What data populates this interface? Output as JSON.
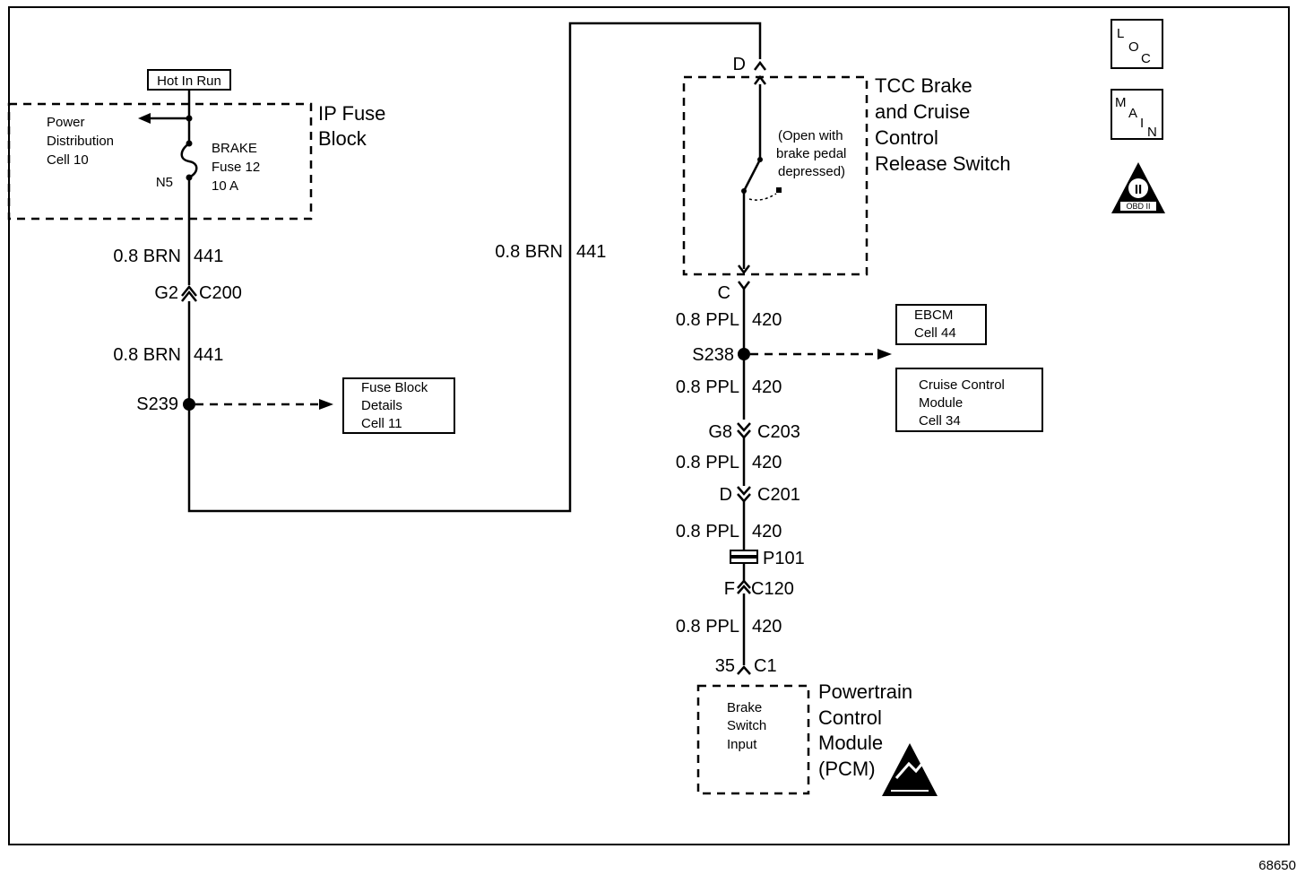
{
  "hot_in_run": "Hot In Run",
  "ip_fuse_block": {
    "line1": "IP Fuse",
    "line2": "Block"
  },
  "power_distribution": {
    "line1": "Power",
    "line2": "Distribution",
    "line3": "Cell 10"
  },
  "brake_fuse": {
    "line1": "BRAKE",
    "line2": "Fuse 12",
    "line3": "10 A"
  },
  "fuse_pin": "N5",
  "wire_441": {
    "gauge_color": "0.8 BRN",
    "circuit": "441"
  },
  "wire_420": {
    "gauge_color": "0.8 PPL",
    "circuit": "420"
  },
  "connector_c200": {
    "pin": "G2",
    "name": "C200"
  },
  "splice_s239": "S239",
  "fuse_block_details": {
    "line1": "Fuse Block",
    "line2": "Details",
    "line3": "Cell 11"
  },
  "tcc_switch": {
    "line1": "TCC Brake",
    "line2": "and Cruise",
    "line3": "Control",
    "line4": "Release Switch"
  },
  "switch_note": {
    "line1": "(Open with",
    "line2": "brake pedal",
    "line3": "depressed)"
  },
  "switch_pin_top": "D",
  "switch_pin_bottom": "C",
  "splice_s238": "S238",
  "ebcm": {
    "line1": "EBCM",
    "line2": "Cell 44"
  },
  "cruise_module": {
    "line1": "Cruise Control",
    "line2": "Module",
    "line3": "Cell 34"
  },
  "connector_c203": {
    "pin": "G8",
    "name": "C203"
  },
  "connector_c201": {
    "pin": "D",
    "name": "C201"
  },
  "connector_p101": "P101",
  "connector_c120": {
    "pin": "F",
    "name": "C120"
  },
  "connector_c1": {
    "pin": "35",
    "name": "C1"
  },
  "pcm_input": {
    "line1": "Brake",
    "line2": "Switch",
    "line3": "Input"
  },
  "pcm": {
    "line1": "Powertrain",
    "line2": "Control",
    "line3": "Module",
    "line4": "(PCM)"
  },
  "loc_icon": {
    "l": "L",
    "o": "O",
    "c": "C"
  },
  "main_icon": {
    "m": "M",
    "a": "A",
    "i": "I",
    "n": "N"
  },
  "obd_icon": {
    "numeral": "II",
    "label": "OBD II"
  },
  "figure_number": "68650"
}
